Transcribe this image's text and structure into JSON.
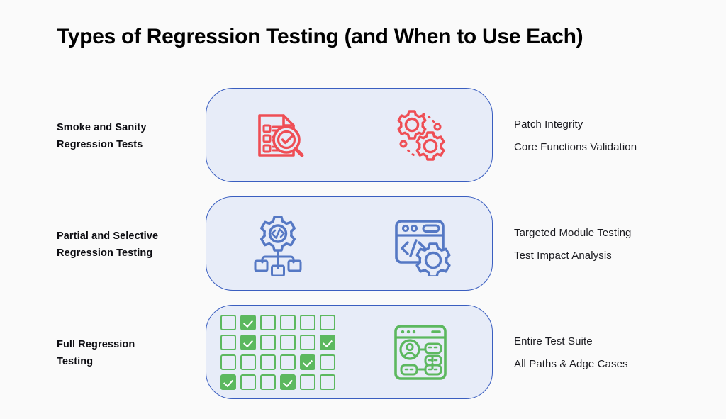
{
  "header": {
    "title": "Types of Regression Testing (and When to Use Each)"
  },
  "colors": {
    "background": "#fafafa",
    "card_fill": "#e7ecf8",
    "card_border": "#3a5ec0",
    "accent_red": "#ef4e55",
    "accent_blue": "#5578c4",
    "accent_green": "#5cb85f",
    "title_text": "#000000",
    "label_text": "#0d0d12"
  },
  "rows": [
    {
      "id": "smoke-and-sanity",
      "label_line1": "Smoke and Sanity",
      "label_line2": "Regression Tests",
      "accent": "#ef4e55",
      "icons": [
        {
          "name": "document-checklist-magnifier-icon"
        },
        {
          "name": "gears-icon"
        }
      ],
      "points": [
        "Patch Integrity",
        "Core Functions Validation"
      ]
    },
    {
      "id": "partial-and-selective",
      "label_line1": "Partial and Selective",
      "label_line2": "Regression Testing",
      "accent": "#5578c4",
      "icons": [
        {
          "name": "gear-code-hierarchy-icon"
        },
        {
          "name": "browser-code-gear-icon"
        }
      ],
      "points": [
        "Targeted Module Testing",
        "Test Impact Analysis"
      ]
    },
    {
      "id": "full-regression",
      "label_line1": "Full Regression",
      "label_line2": "Testing",
      "accent": "#5cb85f",
      "icons": [
        {
          "name": "checkbox-grid-icon"
        },
        {
          "name": "browser-user-flow-icon"
        }
      ],
      "points": [
        "Entire Test Suite",
        "All Paths & Adge Cases"
      ]
    }
  ],
  "checkbox_grid": {
    "columns": 6,
    "rows": 4,
    "checked_cells": [
      [
        false,
        true,
        false,
        false,
        false,
        false
      ],
      [
        false,
        true,
        false,
        false,
        false,
        true
      ],
      [
        false,
        false,
        false,
        false,
        true,
        false
      ],
      [
        true,
        false,
        false,
        true,
        false,
        false
      ]
    ]
  }
}
